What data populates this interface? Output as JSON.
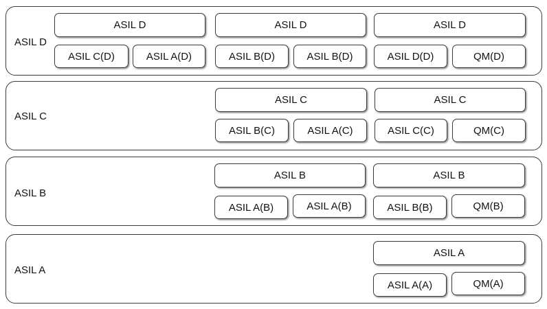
{
  "levels": [
    {
      "label": "ASIL D",
      "groups": [
        {
          "parent": "ASIL D",
          "children": [
            "ASIL C(D)",
            "ASIL A(D)"
          ]
        },
        {
          "parent": "ASIL D",
          "children": [
            "ASIL B(D)",
            "ASIL B(D)"
          ]
        },
        {
          "parent": "ASIL D",
          "children": [
            "ASIL D(D)",
            "QM(D)"
          ]
        }
      ]
    },
    {
      "label": "ASIL C",
      "groups": [
        {
          "parent": "ASIL C",
          "children": [
            "ASIL B(C)",
            "ASIL A(C)"
          ]
        },
        {
          "parent": "ASIL C",
          "children": [
            "ASIL C(C)",
            "QM(C)"
          ]
        }
      ]
    },
    {
      "label": "ASIL B",
      "groups": [
        {
          "parent": "ASIL B",
          "children": [
            "ASIL A(B)",
            "ASIL A(B)"
          ]
        },
        {
          "parent": "ASIL B",
          "children": [
            "ASIL B(B)",
            "QM(B)"
          ]
        }
      ]
    },
    {
      "label": "ASIL A",
      "groups": [
        {
          "parent": "ASIL A",
          "children": [
            "ASIL A(A)",
            "QM(A)"
          ]
        }
      ]
    }
  ]
}
